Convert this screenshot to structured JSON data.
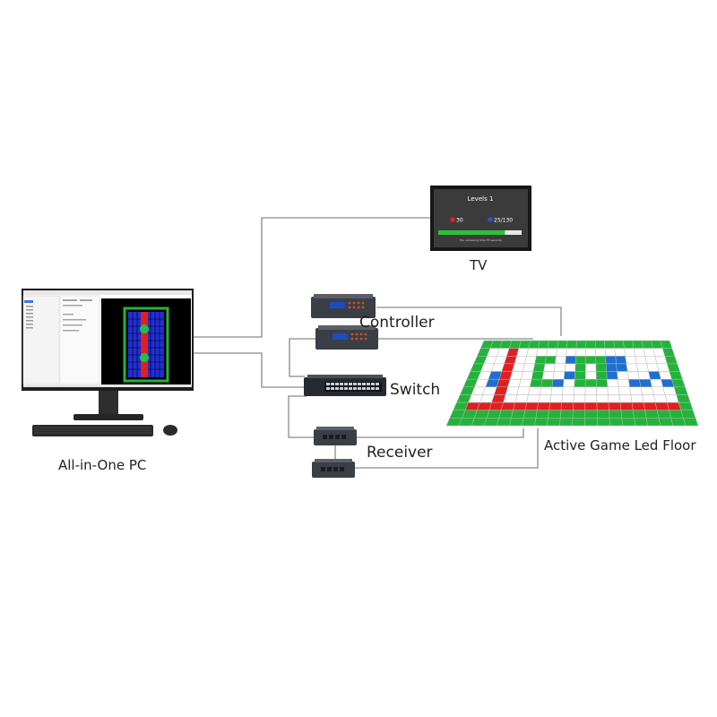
{
  "labels": {
    "pc": "All-in-One PC",
    "tv": "TV",
    "controller": "Controller",
    "switch": "Switch",
    "receiver": "Receiver",
    "floor": "Active Game Led Floor"
  },
  "tv_screen": {
    "title": "Levels 1",
    "score_red": "30",
    "score_blue": "25/130",
    "caption": "The remaining time 55 seconds",
    "progress": 0.8
  },
  "colors": {
    "line": "#8a8a8a",
    "device": "#3a3e46",
    "grid_green": "#22b43a",
    "grid_red": "#e02020",
    "grid_blue": "#1e6fd0",
    "grid_white": "#ffffff",
    "tv_bg": "#3b3b3b"
  }
}
